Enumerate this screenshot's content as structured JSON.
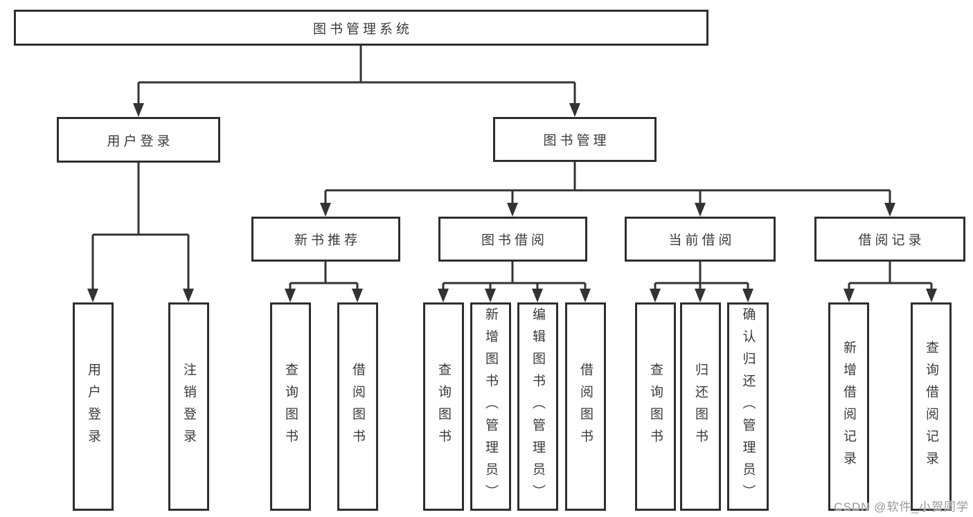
{
  "diagram": {
    "tree": {
      "label": "图书管理系统",
      "children": [
        {
          "label": "用户登录",
          "children": [
            {
              "label": "用户登录"
            },
            {
              "label": "注销登录"
            }
          ]
        },
        {
          "label": "图书管理",
          "children": [
            {
              "label": "新书推荐",
              "children": [
                {
                  "label": "查询图书"
                },
                {
                  "label": "借阅图书"
                }
              ]
            },
            {
              "label": "图书借阅",
              "children": [
                {
                  "label": "查询图书"
                },
                {
                  "label": "新增图书（管理员）"
                },
                {
                  "label": "编辑图书（管理员）"
                },
                {
                  "label": "借阅图书"
                }
              ]
            },
            {
              "label": "当前借阅",
              "children": [
                {
                  "label": "查询图书"
                },
                {
                  "label": "归还图书"
                },
                {
                  "label": "确认归还（管理员）"
                }
              ]
            },
            {
              "label": "借阅记录",
              "children": [
                {
                  "label": "新增借阅记录"
                },
                {
                  "label": "查询借阅记录"
                }
              ]
            }
          ]
        }
      ]
    },
    "watermark": "CSDN @软件_小贺同学",
    "colors": {
      "line": "#333333",
      "box_border": "#2e2e2e",
      "text": "#3a3a3a",
      "background": "#ffffff",
      "watermark": "#969696"
    }
  }
}
